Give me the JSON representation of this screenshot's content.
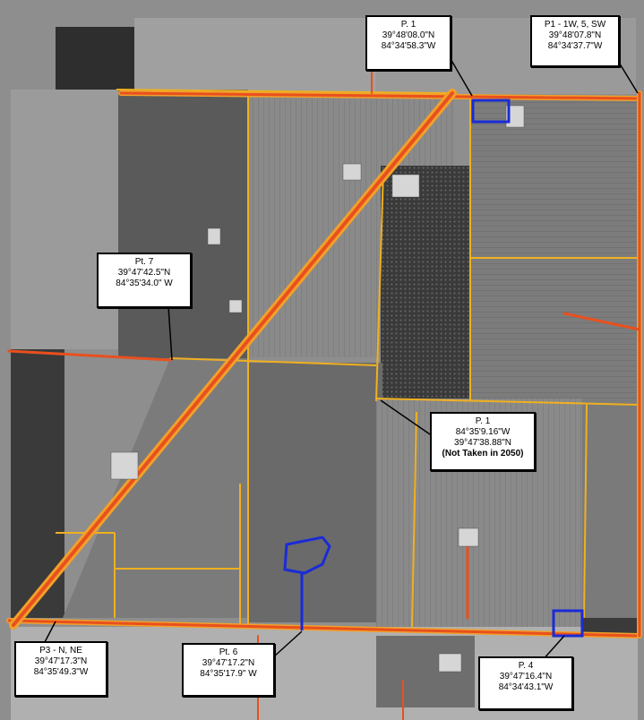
{
  "map": {
    "colors": {
      "road": "#e8501e",
      "road_glow": "#f2a02a",
      "parcel_line": "#f0b020",
      "highlight": "#1a2bd6",
      "crop_dark": "#4a4a4a",
      "crop_light": "#8c8c8c"
    }
  },
  "callouts": {
    "p1": {
      "title": "P. 1",
      "lat": "39°48'08.0\"N",
      "lon": "84°34'58.3\"W"
    },
    "p1w": {
      "title": "P1 - 1W, 5, SW",
      "lat": "39°48'07.8\"N",
      "lon": "84°34'37.7\"W"
    },
    "p7": {
      "title": "Pt. 7",
      "lat": "39°47'42.5\"N",
      "lon": "84°35'34.0\" W"
    },
    "p_mid": {
      "title": "P. 1",
      "line1": "84°35'9.16\"W",
      "line2": "39°47'38.88\"N",
      "note": "(Not Taken in 2050)"
    },
    "p_nne": {
      "title": "P3 - N, NE",
      "lat": "39°47'17.3\"N",
      "lon": "84°35'49.3\"W"
    },
    "p6": {
      "title": "Pt. 6",
      "lat": "39°47'17.2\"N",
      "lon": "84°35'17.9\" W"
    },
    "p4": {
      "title": "P. 4",
      "lat": "39°47'16.4\"N",
      "lon": "84°34'43.1\"W"
    }
  }
}
